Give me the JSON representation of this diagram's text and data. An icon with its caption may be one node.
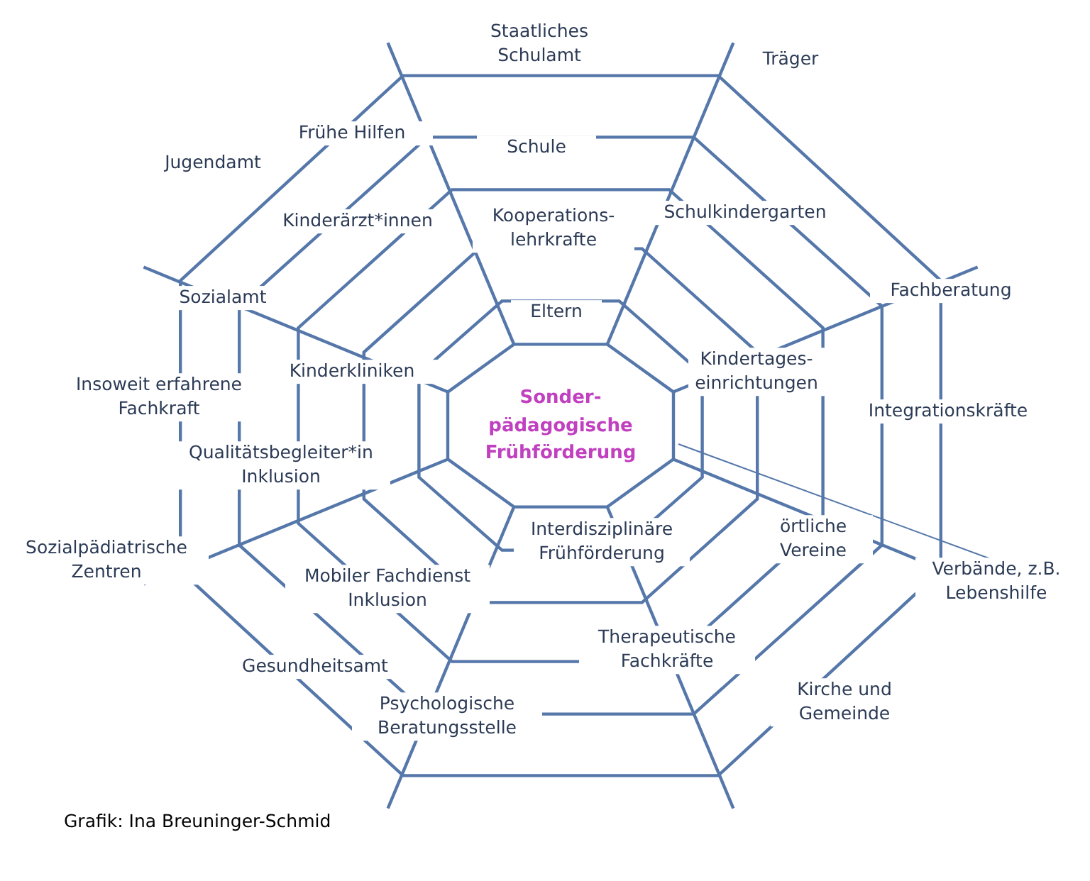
{
  "diagram": {
    "caption": "Grafik: Ina Breuninger-Schmid",
    "nodes": [
      {
        "text": [
          "Sonder- pädagogische Frühförderung"
        ]
      }
    ],
    "labels": [
      "Staatliches Schulamt",
      "Träger",
      "Frühe Hilfen",
      "Jugendamt",
      "Schule",
      "Kinderärzt*innen",
      "Kooperations- lehrkrafte",
      "Schulkindergarten",
      "Fachberatung",
      "Sozialamt",
      "Eltern",
      "Kindertages- einrichtungen",
      "Kinderkliniken",
      "Insoweit erfahrene Fachkraft",
      "Integrationskräfte",
      "Qualitätsbegleiter*in Inklusion",
      "Interdisziplinäre Frühförderung",
      "örtliche Vereine",
      "Sozialpädiatrische Zentren",
      "Mobiler Fachdienst Inklusion",
      "Verbände, z.B. Lebenshilfe",
      "Therapeutische Fachkräfte",
      "Gesundheitsamt",
      "Kirche und Gemeinde",
      "Psychologische Beratungsstelle"
    ]
  }
}
